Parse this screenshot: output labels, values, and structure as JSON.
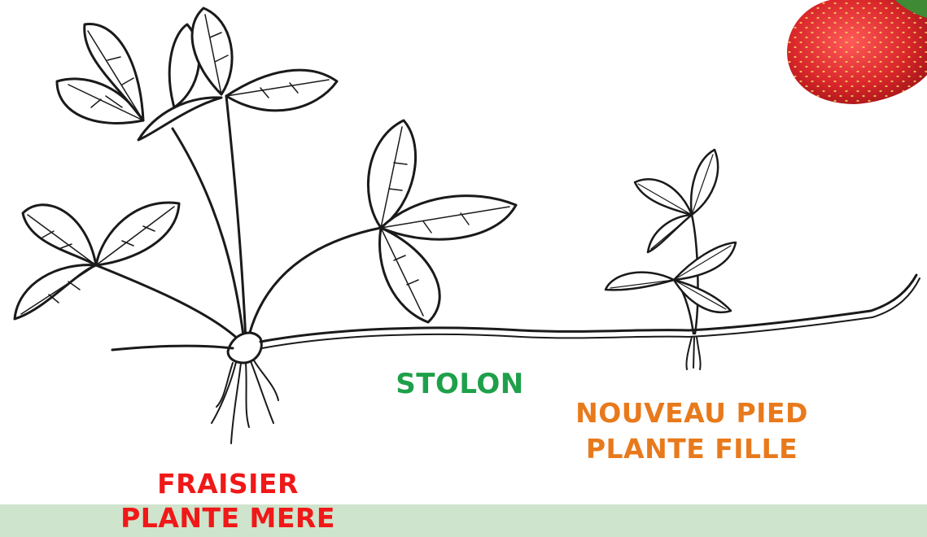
{
  "colors": {
    "background": "#ffffff",
    "ink": "#1a1a1a",
    "band": "#cfe4cc",
    "mother_label": "#f01818",
    "stolon_label": "#1ea04a",
    "daughter_label": "#e87a1c",
    "strawberry": "#d9262b",
    "strawberry_seed": "#f3d35b"
  },
  "icons": {
    "strawberry": "strawberry-icon",
    "plant": "strawberry-plant-drawing"
  },
  "labels": {
    "mother_line1": "FRAISIER",
    "mother_line2": "PLANTE MERE",
    "stolon": "STOLON",
    "daughter_line1": "NOUVEAU PIED",
    "daughter_line2": "PLANTE FILLE"
  }
}
